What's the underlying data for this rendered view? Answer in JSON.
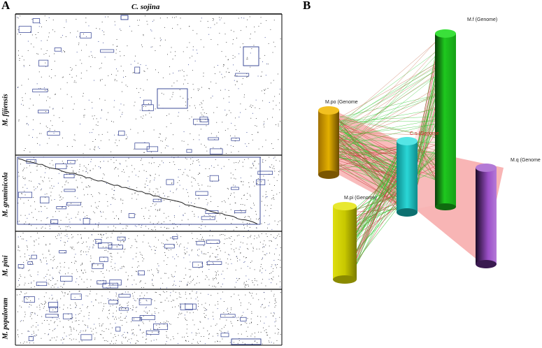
{
  "panels": {
    "a": {
      "letter": "A",
      "x_title": "C. sojina",
      "rows": [
        {
          "label": "M. fijiensis"
        },
        {
          "label": "M. graminicola"
        },
        {
          "label": "M. pini"
        },
        {
          "label": "M. populorum"
        }
      ],
      "colors": {
        "frame": "#000000",
        "box": "#2b3a8f",
        "dots": "#1c1c1c"
      }
    },
    "b": {
      "letter": "B",
      "genomes": [
        {
          "label": "M.f (Genome)",
          "color": "#1ec81e",
          "label_color": "#222222"
        },
        {
          "label": "M.po (Genome",
          "color": "#d4a000",
          "label_color": "#222222"
        },
        {
          "label": "C.s (Genome",
          "color": "#1ec8c8",
          "label_color": "#cc2222"
        },
        {
          "label": "M.q (Genome",
          "color": "#9b4fc8",
          "label_color": "#222222"
        },
        {
          "label": "M.pi (Genome)",
          "color": "#c8c800",
          "label_color": "#222222"
        }
      ]
    }
  }
}
